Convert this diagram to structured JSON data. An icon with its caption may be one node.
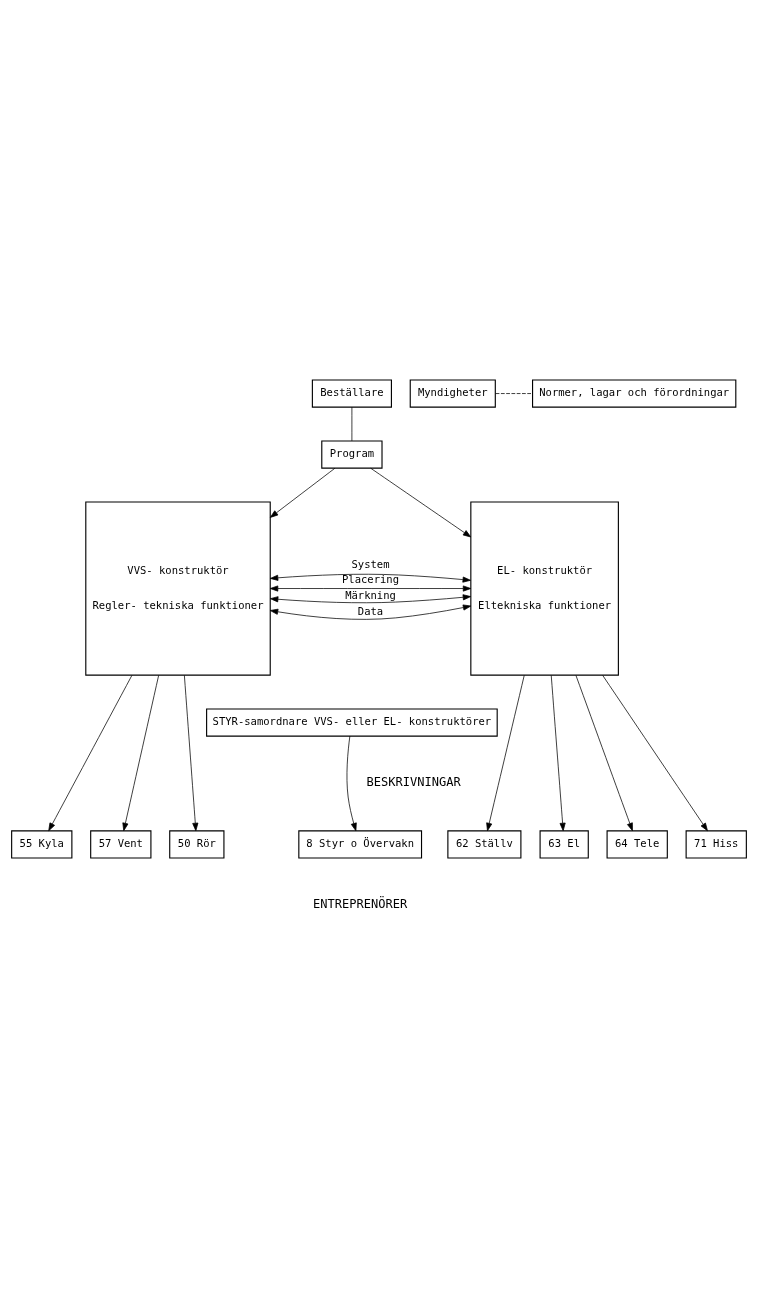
{
  "diagram": {
    "nodes": [
      {
        "text": [
          "Beställare"
        ]
      },
      {
        "text": [
          "Program"
        ]
      },
      {
        "text": [
          "Myndigheter"
        ]
      },
      {
        "text": [
          "Normer, lagar och förordningar"
        ]
      },
      {
        "text": [
          "VVS- konstruktör",
          "Regler- tekniska funktioner"
        ]
      },
      {
        "text": [
          "EL- konstruktör",
          "Eltekniska funktioner"
        ]
      },
      {
        "text": [
          "STYR-samordnare VVS- eller EL- konstruktörer"
        ]
      },
      {
        "text": [
          "50 Rör"
        ]
      },
      {
        "text": [
          "55 Kyla"
        ]
      },
      {
        "text": [
          "57 Vent"
        ]
      },
      {
        "text": [
          "8 Styr o Övervakn"
        ]
      },
      {
        "text": [
          "62 Ställv"
        ]
      },
      {
        "text": [
          "63 El"
        ]
      },
      {
        "text": [
          "64 Tele"
        ]
      },
      {
        "text": [
          "71 Hiss"
        ]
      }
    ],
    "edges": [
      {
        "from": 0,
        "to": 1,
        "arrow": "none"
      },
      {
        "from": 2,
        "to": 3,
        "arrow": "none",
        "style": "dashed"
      },
      {
        "from": 1,
        "to": 4,
        "arrow": "to"
      },
      {
        "from": 1,
        "to": 5,
        "arrow": "to"
      },
      {
        "from": 4,
        "to": 5,
        "arrow": "both",
        "label": "System"
      },
      {
        "from": 4,
        "to": 5,
        "arrow": "both",
        "label": "Märkning"
      },
      {
        "from": 4,
        "to": 5,
        "arrow": "both",
        "label": "Placering"
      },
      {
        "from": 4,
        "to": 5,
        "arrow": "both",
        "label": "Data"
      },
      {
        "from": 4,
        "to": 7,
        "arrow": "to"
      },
      {
        "from": 4,
        "to": 8,
        "arrow": "to"
      },
      {
        "from": 4,
        "to": 9,
        "arrow": "to"
      },
      {
        "from": 6,
        "to": 10,
        "arrow": "to"
      },
      {
        "from": 5,
        "to": 11,
        "arrow": "to"
      },
      {
        "from": 5,
        "to": 12,
        "arrow": "to"
      },
      {
        "from": 5,
        "to": 13,
        "arrow": "to"
      },
      {
        "from": 5,
        "to": 14,
        "arrow": "to"
      }
    ],
    "labels": [
      "BESKRIVNINGAR",
      "ENTREPRENÖRER"
    ]
  }
}
